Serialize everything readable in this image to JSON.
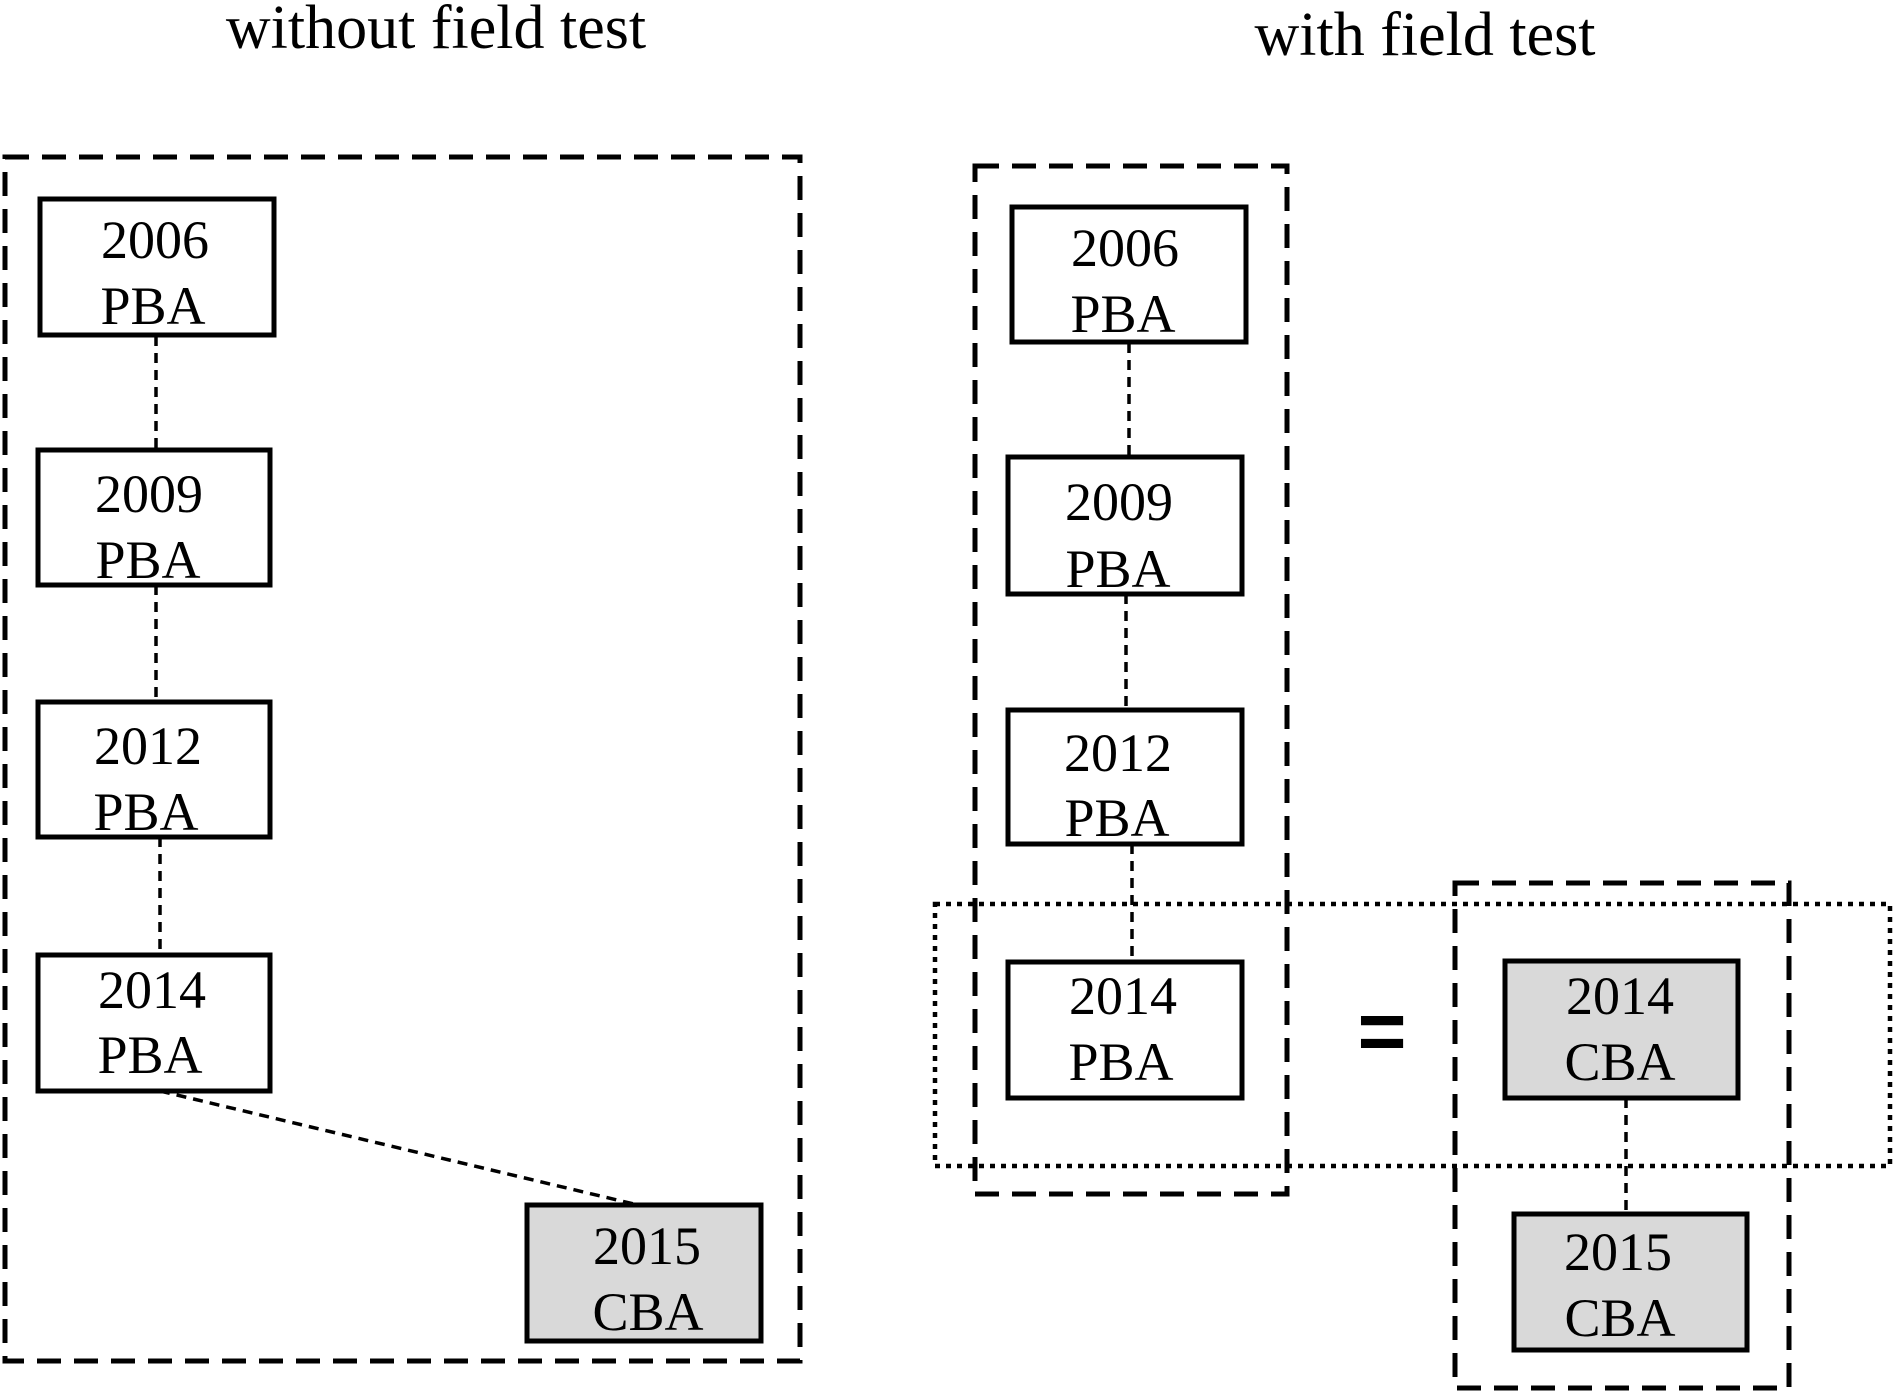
{
  "titles": {
    "left": "without field test",
    "right": "with field test"
  },
  "colors": {
    "pba_fill": "#ffffff",
    "cba_fill": "#d9d9d9",
    "stroke": "#000000"
  },
  "left_panel": {
    "nodes": [
      {
        "year": "2006",
        "type": "PBA"
      },
      {
        "year": "2009",
        "type": "PBA"
      },
      {
        "year": "2012",
        "type": "PBA"
      },
      {
        "year": "2014",
        "type": "PBA"
      },
      {
        "year": "2015",
        "type": "CBA"
      }
    ]
  },
  "right_panel": {
    "nodes": [
      {
        "year": "2006",
        "type": "PBA"
      },
      {
        "year": "2009",
        "type": "PBA"
      },
      {
        "year": "2012",
        "type": "PBA"
      },
      {
        "year": "2014",
        "type": "PBA"
      },
      {
        "year": "2014",
        "type": "CBA"
      },
      {
        "year": "2015",
        "type": "CBA"
      }
    ],
    "equals_symbol": "="
  }
}
